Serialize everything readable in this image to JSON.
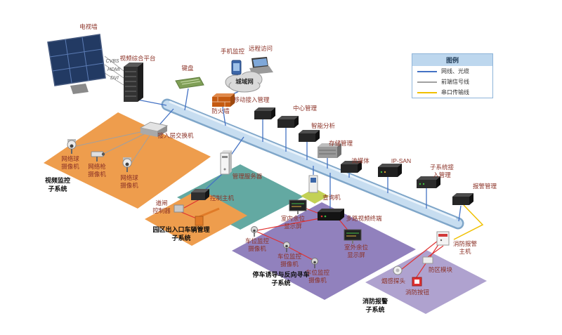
{
  "diagram": {
    "nodes": {
      "tv_wall": "电视墙",
      "video_platform": "视频综合平台",
      "keyboard": "键盘",
      "mobile_monitor": "手机监控",
      "remote_access": "远程访问",
      "man_cloud": "城域网",
      "firewall": "防火墙",
      "mobile_access_mgmt": "移动接入管理",
      "center_mgmt": "中心管理",
      "intelligent_analysis": "智能分析",
      "storage_mgmt": "存储管理",
      "streaming_media": "流媒体",
      "ip_san": "IP-SAN",
      "subsystem_access_mgmt": "子系统接\n入管理",
      "alarm_mgmt": "报警管理",
      "dome_camera_1": "网络球\n摄像机",
      "bullet_camera": "网络枪\n摄像机",
      "dome_camera_2": "网络球\n摄像机",
      "access_switch": "接入层交换机",
      "mgmt_server": "管理服务器",
      "control_host": "控制主机",
      "gate_controller": "道闸\n控制器",
      "query_machine": "查询机",
      "indoor_display": "室内余位\n显示屏",
      "multi_video_terminal": "多路视频终端",
      "outdoor_display": "室外余位\n显示屏",
      "parking_camera_1": "车位监控\n摄像机",
      "parking_camera_2": "车位监控\n摄像机",
      "parking_camera_3": "车位监控\n摄像机",
      "fire_alarm_host": "消防报警\n主机",
      "zone_module": "防区模块",
      "smoke_detector": "烟感探头",
      "fire_button": "消防按钮"
    },
    "zones": {
      "video_surveillance": "视频监控\n子系统",
      "vehicle_mgmt": "园区出入口车辆管理\n子系统",
      "parking_guidance": "停车诱导与反向寻车\n子系统",
      "fire_alarm": "消防报警\n子系统"
    },
    "link_labels": {
      "cvbs": "CVBS",
      "hdmi": "HDMI",
      "dvi": "DVI"
    },
    "legend": {
      "title": "图例",
      "items": [
        {
          "label": "网线、光缆",
          "color": "#4472C4"
        },
        {
          "label": "前端信号线",
          "color": "#A0A0A0"
        },
        {
          "label": "串口传输线",
          "color": "#F0C000"
        }
      ]
    },
    "colors": {
      "zone_orange": "#EE9D4D",
      "zone_teal": "#63A9A2",
      "zone_purple": "#9181BD",
      "zone_light_purple": "#AFA2CF",
      "query_pad": "#C3D155",
      "backbone_core": "#C7DDF0",
      "backbone_edge": "#7FA6C9",
      "network_line": "#4472C4",
      "signal_line_red": "#E03131",
      "signal_line_gray": "#A0A0A0",
      "serial_line_yellow": "#F0C000"
    }
  }
}
